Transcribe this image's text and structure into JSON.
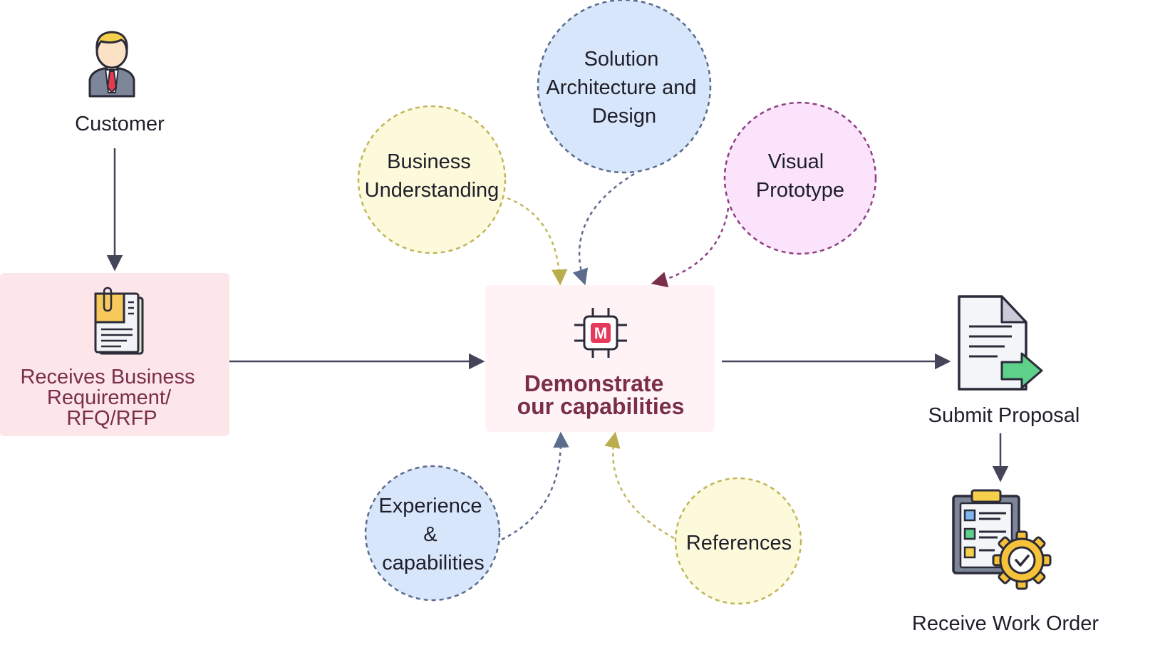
{
  "customer": {
    "label": "Customer"
  },
  "receive_step": {
    "lines": [
      "Receives Business",
      "Requirement/",
      "RFQ/RFP"
    ]
  },
  "center": {
    "lines": [
      "Demonstrate",
      "our capabilities"
    ]
  },
  "bubbles": {
    "business": {
      "lines": [
        "Business",
        "Understanding"
      ]
    },
    "architecture": {
      "lines": [
        "Solution",
        "Architecture and",
        "Design"
      ]
    },
    "prototype": {
      "lines": [
        "Visual",
        "Prototype"
      ]
    },
    "experience": {
      "lines": [
        "Experience",
        "&",
        "capabilities"
      ]
    },
    "references": {
      "lines": [
        "References"
      ]
    }
  },
  "submit": {
    "label": "Submit Proposal"
  },
  "work_order": {
    "label": "Receive Work Order"
  },
  "logo": {
    "letter": "M"
  },
  "colors": {
    "accent": "#7a2e4a",
    "arrow": "#45455a",
    "yellow_fill": "#fdfadb",
    "yellow_stroke": "#c2b65a",
    "blue_fill": "#d7e6fb",
    "blue_stroke": "#5b6c8c",
    "pink_fill": "#fbe3fb",
    "pink_stroke": "#8e3f86",
    "receive_box": "#fde6ea",
    "center_box": "#fff3f6"
  }
}
